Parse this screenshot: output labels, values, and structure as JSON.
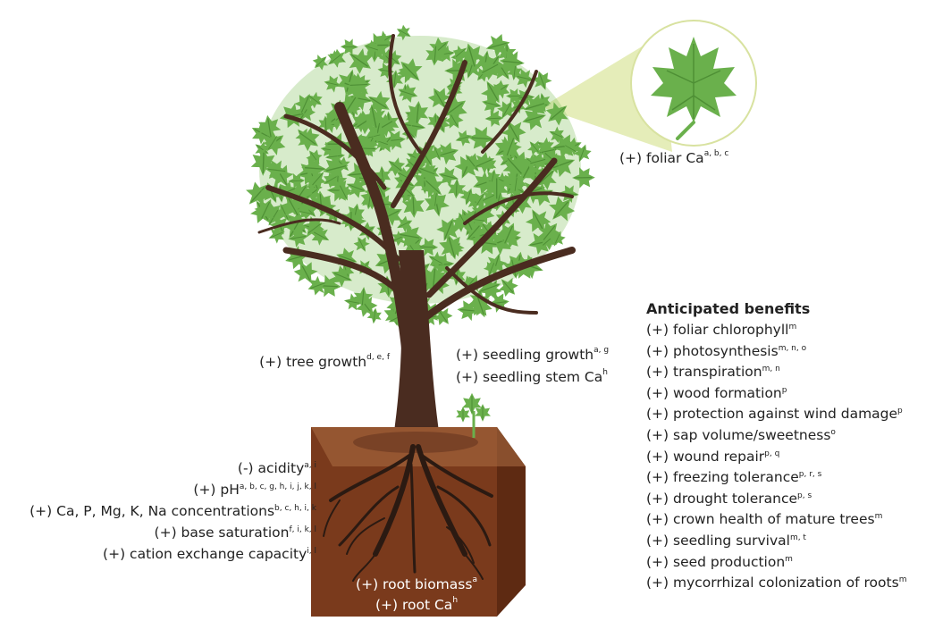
{
  "foliar_ca": {
    "text": "(+) foliar Ca",
    "sup": "a, b, c"
  },
  "tree_growth": {
    "text": "(+) tree growth",
    "sup": "d, e, f"
  },
  "seedling_growth": {
    "text": "(+) seedling growth",
    "sup": "a, g"
  },
  "seedling_stem_ca": {
    "text": "(+) seedling stem Ca",
    "sup": "h"
  },
  "soil_effects": [
    {
      "text": "(-) acidity",
      "sup": "a, i"
    },
    {
      "text": "(+) pH",
      "sup": "a, b, c, g, h, i, j, k, l"
    },
    {
      "text": "(+) Ca, P, Mg, K, Na concentrations",
      "sup": "b, c, h, i, k"
    },
    {
      "text": "(+) base saturation",
      "sup": "f, i, k, l"
    },
    {
      "text": "(+) cation exchange capacity",
      "sup": "i, l"
    }
  ],
  "root_biomass": {
    "text": "(+) root biomass",
    "sup": "a"
  },
  "root_ca": {
    "text": "(+) root Ca",
    "sup": "h"
  },
  "benefits": {
    "title": "Anticipated benefits",
    "items": [
      {
        "text": "(+) foliar chlorophyll",
        "sup": "m"
      },
      {
        "text": "(+) photosynthesis",
        "sup": "m, n, o"
      },
      {
        "text": "(+) transpiration",
        "sup": "m, n"
      },
      {
        "text": "(+) wood formation",
        "sup": "p"
      },
      {
        "text": "(+) protection against wind damage",
        "sup": "p"
      },
      {
        "text": "(+) sap volume/sweetness",
        "sup": "o"
      },
      {
        "text": "(+) wound repair",
        "sup": "p, q"
      },
      {
        "text": "(+) freezing tolerance",
        "sup": "p, r, s"
      },
      {
        "text": "(+) drought tolerance",
        "sup": "p, s"
      },
      {
        "text": "(+) crown health of mature trees",
        "sup": "m"
      },
      {
        "text": "(+) seedling survival",
        "sup": "m, t"
      },
      {
        "text": "(+) seed production",
        "sup": "m"
      },
      {
        "text": "(+) mycorrhizal colonization of roots",
        "sup": "m"
      }
    ]
  },
  "colors": {
    "leaf": "#6ab04c",
    "leaf_dark": "#4e8f35",
    "trunk": "#4a2c20",
    "soil_front": "#7a3a1c",
    "soil_top": "#9a5a35",
    "soil_side": "#5e2a12",
    "root": "#2b1a12",
    "callout": "#dfe8a8"
  }
}
